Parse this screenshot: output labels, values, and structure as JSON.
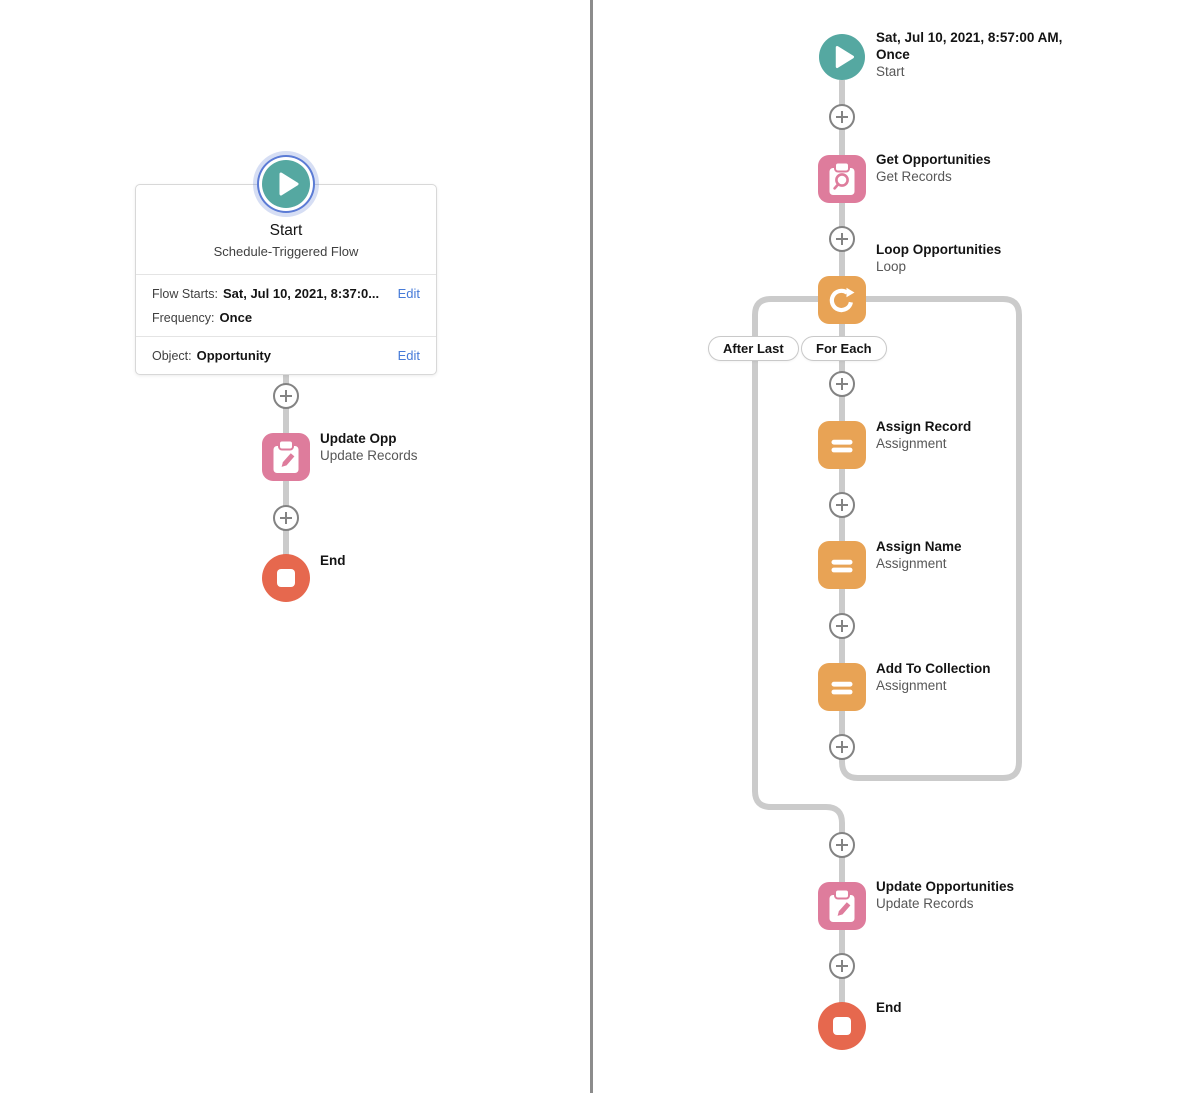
{
  "colors": {
    "teal": "#55A8A1",
    "pink": "#DE7C9C",
    "orange": "#E8A355",
    "coral": "#E6684E",
    "connector": "#CBCBCB",
    "plus_gray": "#838383",
    "divider_gray": "#8C8C8C",
    "edit_blue": "#477BD8",
    "title_text": "#141414",
    "subtitle_text": "#575757",
    "label_text": "#3F3F3F",
    "card_border": "#D8D8D8",
    "row_divider": "#E4E4E4",
    "ring_blue": "#5B7BD5",
    "pill_border": "#C9C9C9"
  },
  "left_flow": {
    "start_card": {
      "title": "Start",
      "subtitle": "Schedule-Triggered Flow",
      "flow_starts_label": "Flow Starts:",
      "flow_starts_value": "Sat, Jul 10, 2021, 8:37:0...",
      "flow_starts_edit": "Edit",
      "frequency_label": "Frequency:",
      "frequency_value": "Once",
      "object_label": "Object:",
      "object_value": "Opportunity",
      "object_edit": "Edit"
    },
    "update_opp": {
      "title": "Update Opp",
      "subtitle": "Update Records"
    },
    "end": {
      "title": "End"
    }
  },
  "right_flow": {
    "start": {
      "title": "Sat, Jul 10, 2021, 8:57:00 AM, Once",
      "subtitle": "Start"
    },
    "get_opportunities": {
      "title": "Get Opportunities",
      "subtitle": "Get Records"
    },
    "loop_opportunities": {
      "title": "Loop Opportunities",
      "subtitle": "Loop"
    },
    "branch_after_last": "After Last",
    "branch_for_each": "For Each",
    "assign_record": {
      "title": "Assign Record",
      "subtitle": "Assignment"
    },
    "assign_name": {
      "title": "Assign Name",
      "subtitle": "Assignment"
    },
    "add_to_collection": {
      "title": "Add To Collection",
      "subtitle": "Assignment"
    },
    "update_opportunities": {
      "title": "Update Opportunities",
      "subtitle": "Update Records"
    },
    "end": {
      "title": "End"
    }
  }
}
